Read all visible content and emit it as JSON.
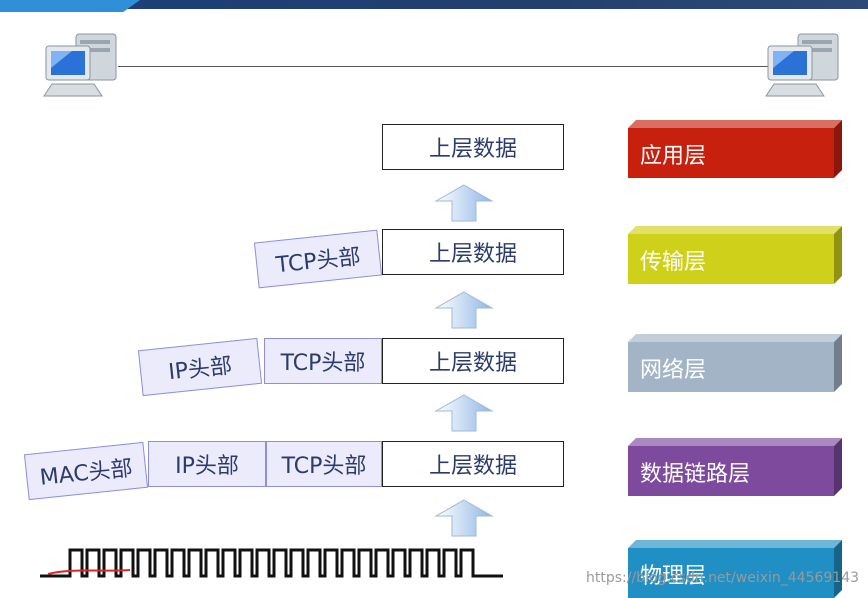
{
  "top_data": "上层数据",
  "tcp_stage": {
    "tcp_header": "TCP头部",
    "data": "上层数据"
  },
  "ip_stage": {
    "ip_header": "IP头部",
    "tcp_header": "TCP头部",
    "data": "上层数据"
  },
  "mac_stage": {
    "mac_header": "MAC头部",
    "ip_header": "IP头部",
    "tcp_header": "TCP头部",
    "data": "上层数据"
  },
  "layers": [
    {
      "label": "应用层",
      "color": "#c8200f"
    },
    {
      "label": "传输层",
      "color": "#cfd01a"
    },
    {
      "label": "网络层",
      "color": "#a3b4c6"
    },
    {
      "label": "数据链路层",
      "color": "#7d4a9e"
    },
    {
      "label": "物理层",
      "color": "#1f8fc4"
    }
  ],
  "icons": {
    "left_pc": "computer-icon",
    "right_pc": "computer-icon",
    "arrow": "up-arrow-icon"
  },
  "watermark": "https://blog.csdn.net/weixin_44569143"
}
